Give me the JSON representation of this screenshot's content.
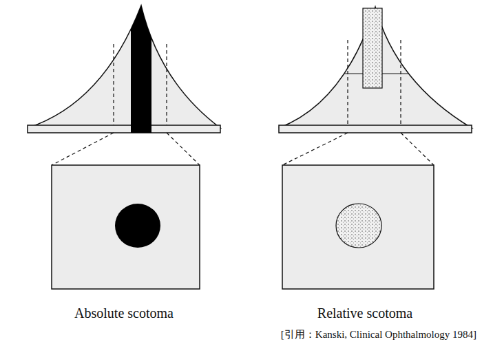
{
  "diagram": {
    "labels": [
      "Absolute scotoma",
      "Relative scotoma",
      "[引用：Kanski, Clinical Ophthalmology 1984]"
    ]
  }
}
